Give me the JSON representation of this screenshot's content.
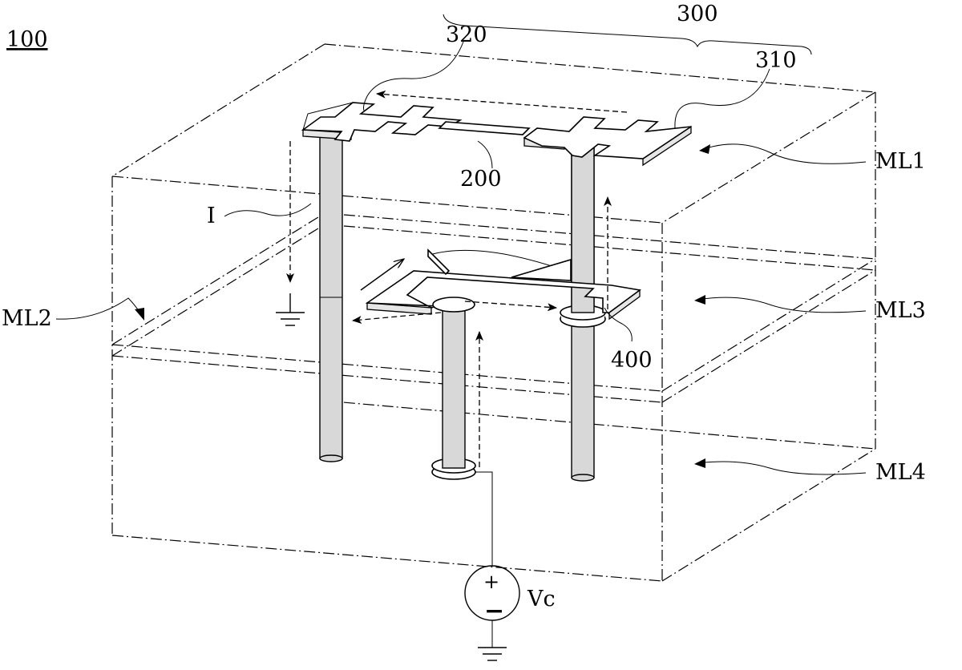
{
  "labels": {
    "fig_ref": "100",
    "via_group": "300",
    "via_320": "320",
    "via_310": "310",
    "line_200": "200",
    "current": "I",
    "ml1": "ML1",
    "ml2": "ML2",
    "ml3": "ML3",
    "ml4": "ML4",
    "trace_400": "400",
    "source": "Vc",
    "plus": "+",
    "minus": "−"
  }
}
